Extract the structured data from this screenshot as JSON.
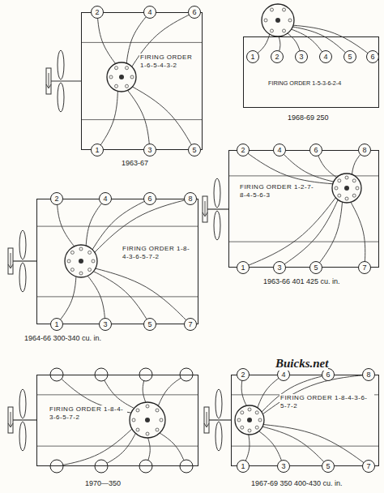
{
  "diagram": {
    "nodes": [
      {
        "text": [
          "FIRING ORDER 1-6-5-4-3-2"
        ]
      },
      {
        "text": [
          "2"
        ],
        "in": 0
      },
      {
        "text": [
          "4"
        ],
        "in": 0
      },
      {
        "text": [
          "6"
        ],
        "in": 0
      },
      {
        "text": [
          "1"
        ],
        "in": 0
      },
      {
        "text": [
          "3"
        ],
        "in": 0
      },
      {
        "text": [
          "5"
        ],
        "in": 0
      },
      {
        "text": [
          "FIRING ORDER 1-5-3-6-2-4"
        ]
      },
      {
        "text": [
          "1"
        ],
        "in": 7
      },
      {
        "text": [
          "2"
        ],
        "in": 7
      },
      {
        "text": [
          "3"
        ],
        "in": 7
      },
      {
        "text": [
          "4"
        ],
        "in": 7
      },
      {
        "text": [
          "5"
        ],
        "in": 7
      },
      {
        "text": [
          "6"
        ],
        "in": 7
      },
      {
        "text": [
          "FIRING ORDER 1-8-4-3-6-5-7-2"
        ]
      },
      {
        "text": [
          "2"
        ],
        "in": 14
      },
      {
        "text": [
          "4"
        ],
        "in": 14
      },
      {
        "text": [
          "6"
        ],
        "in": 14
      },
      {
        "text": [
          "8"
        ],
        "in": 14
      },
      {
        "text": [
          "1"
        ],
        "in": 14
      },
      {
        "text": [
          "3"
        ],
        "in": 14
      },
      {
        "text": [
          "5"
        ],
        "in": 14
      },
      {
        "text": [
          "7"
        ],
        "in": 14
      },
      {
        "text": [
          "FIRING ORDER 1-2-7-8-4-5-6-3"
        ]
      },
      {
        "text": [
          "2"
        ],
        "in": 23
      },
      {
        "text": [
          "4"
        ],
        "in": 23
      },
      {
        "text": [
          "6"
        ],
        "in": 23
      },
      {
        "text": [
          "8"
        ],
        "in": 23
      },
      {
        "text": [
          "1"
        ],
        "in": 23
      },
      {
        "text": [
          "3"
        ],
        "in": 23
      },
      {
        "text": [
          "5"
        ],
        "in": 23
      },
      {
        "text": [
          "7"
        ],
        "in": 23
      },
      {
        "text": [
          "FIRING ORDER 1-8-4-3-6-5-7-2"
        ]
      },
      {
        "text": [
          "FIRING ORDER 1-8-4-3-6-5-7-2"
        ]
      },
      {
        "text": [
          "2"
        ],
        "in": 33
      },
      {
        "text": [
          "4"
        ],
        "in": 33
      },
      {
        "text": [
          "6"
        ],
        "in": 33
      },
      {
        "text": [
          "8"
        ],
        "in": 33
      },
      {
        "text": [
          "1"
        ],
        "in": 33
      },
      {
        "text": [
          "3"
        ],
        "in": 33
      },
      {
        "text": [
          "5"
        ],
        "in": 33
      },
      {
        "text": [
          "7"
        ],
        "in": 33
      }
    ],
    "labels": [
      "1963-67",
      "1968-69 250",
      "1964-66 300-340 cu. in.",
      "1963-66 401 425 cu. in.",
      "1970—350",
      "1967-69 350 400-430 cu. in.",
      "Buicks.net"
    ]
  }
}
